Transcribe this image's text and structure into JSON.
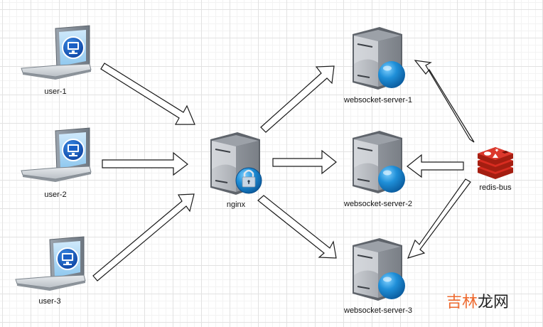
{
  "diagram": {
    "type": "architecture",
    "nodes": [
      {
        "id": "user-1",
        "label": "user-1",
        "icon": "laptop-icon"
      },
      {
        "id": "user-2",
        "label": "user-2",
        "icon": "laptop-icon"
      },
      {
        "id": "user-3",
        "label": "user-3",
        "icon": "laptop-icon"
      },
      {
        "id": "nginx",
        "label": "nginx",
        "icon": "secure-server-icon"
      },
      {
        "id": "ws-1",
        "label": "websocket-server-1",
        "icon": "web-server-icon"
      },
      {
        "id": "ws-2",
        "label": "websocket-server-2",
        "icon": "web-server-icon"
      },
      {
        "id": "ws-3",
        "label": "websocket-server-3",
        "icon": "web-server-icon"
      },
      {
        "id": "redis",
        "label": "redis-bus",
        "icon": "redis-icon"
      }
    ],
    "edges": [
      {
        "from": "user-1",
        "to": "nginx"
      },
      {
        "from": "user-2",
        "to": "nginx"
      },
      {
        "from": "user-3",
        "to": "nginx"
      },
      {
        "from": "nginx",
        "to": "ws-1"
      },
      {
        "from": "nginx",
        "to": "ws-2"
      },
      {
        "from": "nginx",
        "to": "ws-3"
      },
      {
        "from": "redis",
        "to": "ws-1"
      },
      {
        "from": "redis",
        "to": "ws-2"
      },
      {
        "from": "redis",
        "to": "ws-3"
      }
    ]
  },
  "watermark": {
    "part1": "吉林",
    "part2": "龙网",
    "color1": "#ee6a2f",
    "color2": "#222222"
  }
}
